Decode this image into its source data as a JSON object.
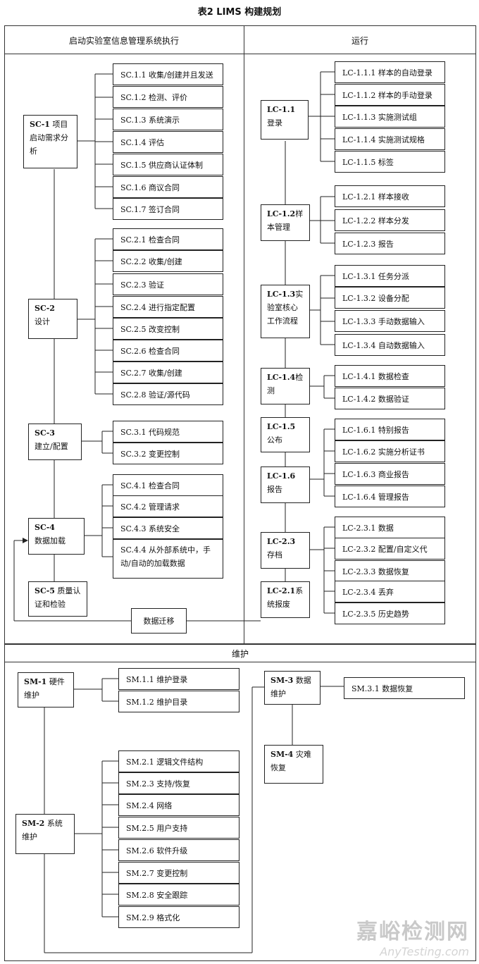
{
  "title": "表2 LIMS 构建规划",
  "headers": {
    "left": "启动实验室信息管理系统执行",
    "right": "运行",
    "maintenance": "维护"
  },
  "sc": [
    {
      "code": "SC-1",
      "text": "项目启动需求分析",
      "items": [
        "SC.1.1 收集/创建并且发送",
        "SC.1.2 检测、评价",
        "SC.1.3 系统演示",
        "SC.1.4 评估",
        "SC.1.5 供应商认证体制",
        "SC.1.6 商议合同",
        "SC.1.7 签订合同"
      ]
    },
    {
      "code": "SC-2",
      "text": "设计",
      "items": [
        "SC.2.1 检查合同",
        "SC.2.2 收集/创建",
        "SC.2.3 验证",
        "SC.2.4 进行指定配置",
        "SC.2.5 改变控制",
        "SC.2.6 检查合同",
        "SC.2.7 收集/创建",
        "SC.2.8 验证/源代码"
      ]
    },
    {
      "code": "SC-3",
      "text": "建立/配置",
      "items": [
        "SC.3.1 代码规范",
        "SC.3.2 变更控制"
      ]
    },
    {
      "code": "SC-4",
      "text": "数据加载",
      "items": [
        "SC.4.1 检查合同",
        "SC.4.2 管理请求",
        "SC.4.3 系统安全",
        "SC.4.4 从外部系统中，手动/自动的加载数据"
      ]
    },
    {
      "code": "SC-5",
      "text": "质量认证和检验",
      "items": []
    }
  ],
  "migration": "数据迁移",
  "lc": [
    {
      "code": "LC-1.1",
      "text": "登录",
      "items": [
        "LC-1.1.1 样本的自动登录",
        "LC-1.1.2 样本的手动登录",
        "LC-1.1.3 实施测试组",
        "LC-1.1.4 实施测试规格",
        "LC-1.1.5 标签"
      ]
    },
    {
      "code": "LC-1.2",
      "text": "样本管理",
      "items": [
        "LC-1.2.1 样本接收",
        "LC-1.2.2 样本分发",
        "LC-1.2.3 报告"
      ]
    },
    {
      "code": "LC-1.3",
      "text": "实验室核心工作流程",
      "items": [
        "LC-1.3.1 任务分派",
        "LC-1.3.2 设备分配",
        "LC-1.3.3 手动数据输入",
        "LC-1.3.4 自动数据输入"
      ]
    },
    {
      "code": "LC-1.4",
      "text": "检测",
      "items": [
        "LC-1.4.1 数据检查",
        "LC-1.4.2 数据验证"
      ]
    },
    {
      "code": "LC-1.5",
      "text": "公布",
      "items": []
    },
    {
      "code": "LC-1.6",
      "text": "报告",
      "items": [
        "LC-1.6.1 特别报告",
        "LC-1.6.2 实施分析证书",
        "LC-1.6.3 商业报告",
        "LC-1.6.4 管理报告"
      ]
    },
    {
      "code": "LC-2.3",
      "text": "存档",
      "items": [
        "LC-2.3.1 数据",
        "LC-2.3.2 配置/自定义代",
        "LC-2.3.3 数据恢复",
        "LC-2.3.4 丢弃",
        "LC-2.3.5 历史趋势"
      ]
    },
    {
      "code": "LC-2.1",
      "text": "系统报废",
      "items": []
    }
  ],
  "sm": [
    {
      "code": "SM-1",
      "text": "硬件维护",
      "items": [
        "SM.1.1 维护登录",
        "SM.1.2 维护目录"
      ]
    },
    {
      "code": "SM-2",
      "text": "系统维护",
      "items": [
        "SM.2.1 逻辑文件结构",
        "SM.2.3 支持/恢复",
        "SM.2.4 网络",
        "SM.2.5 用户支持",
        "SM.2.6 软件升级",
        "SM.2.7 变更控制",
        "SM.2.8 安全跟踪",
        "SM.2.9 格式化"
      ]
    },
    {
      "code": "SM-3",
      "text": "数据维护",
      "items": [
        "SM.3.1 数据恢复"
      ]
    },
    {
      "code": "SM-4",
      "text": "灾难恢复",
      "items": []
    }
  ],
  "watermark": {
    "cn": "嘉峪检测网",
    "en": "AnyTesting.com"
  }
}
